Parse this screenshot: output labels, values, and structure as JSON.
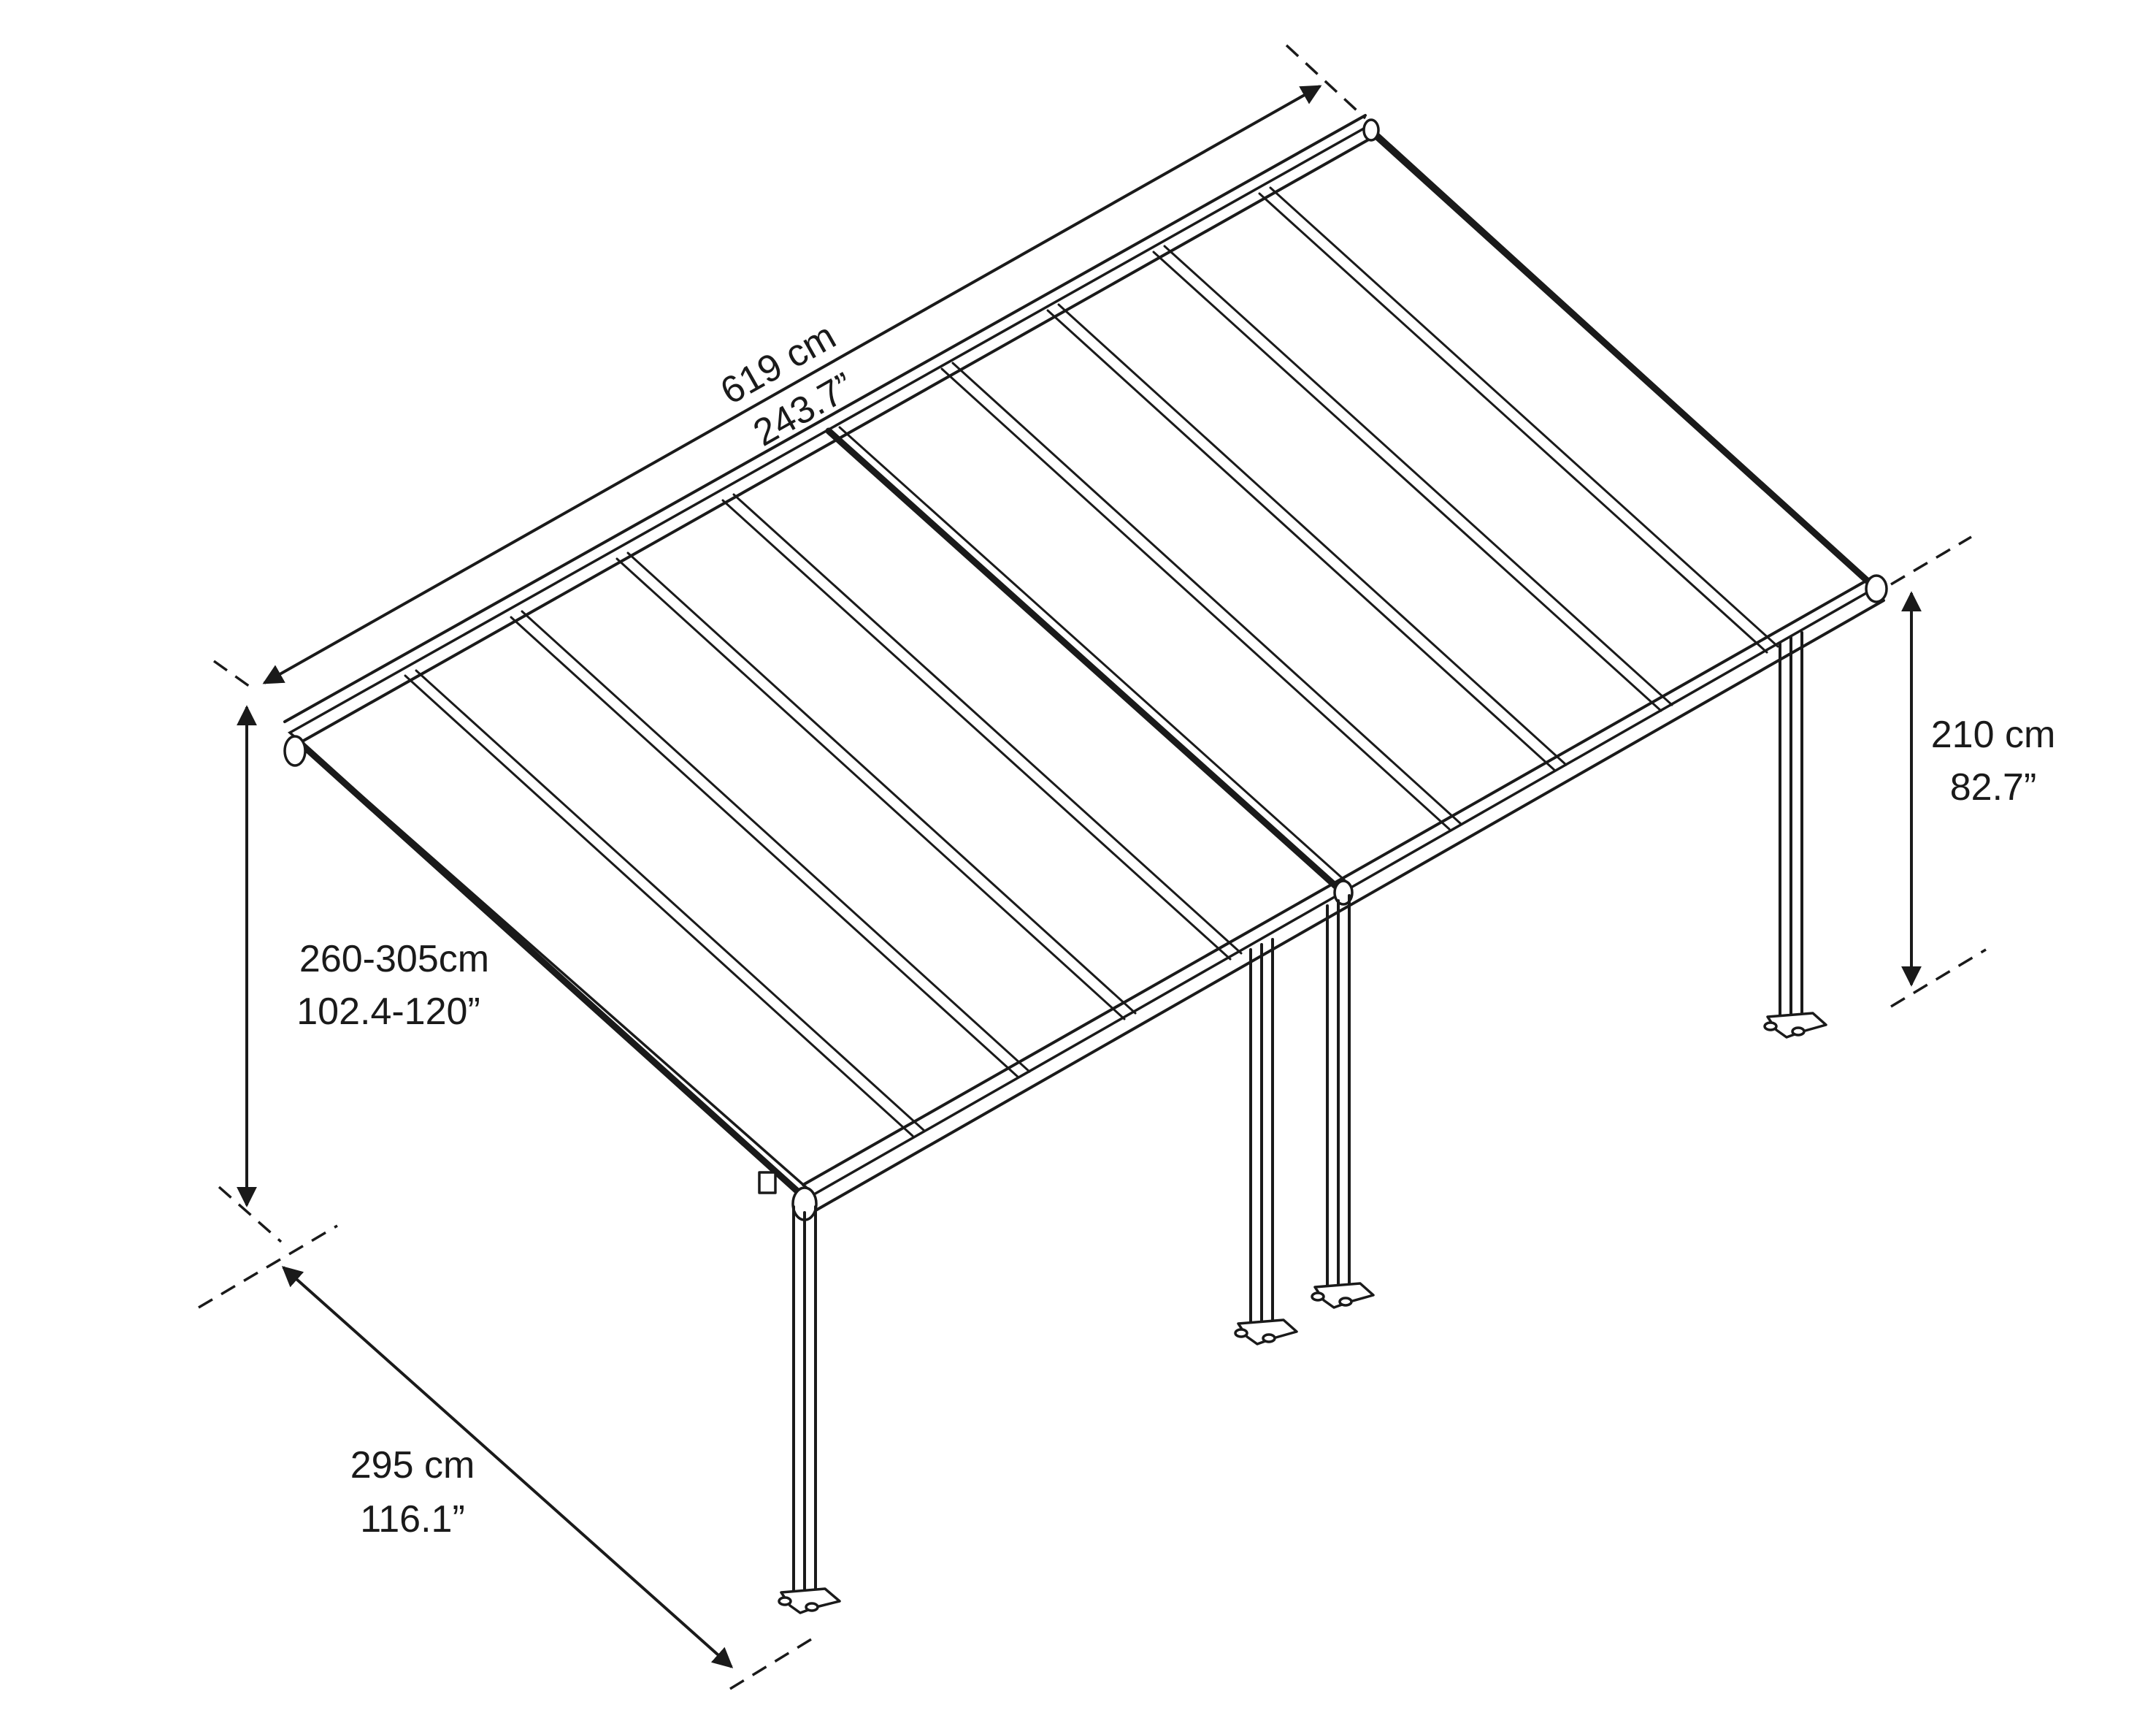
{
  "diagram": {
    "dimensions": {
      "length": {
        "metric": "619 cm",
        "imperial": "243.7”"
      },
      "wall_height": {
        "metric": "260-305cm",
        "imperial": "102.4-120”"
      },
      "front_height": {
        "metric": "210 cm",
        "imperial": "82.7”"
      },
      "depth": {
        "metric": "295 cm",
        "imperial": "116.1”"
      }
    }
  }
}
